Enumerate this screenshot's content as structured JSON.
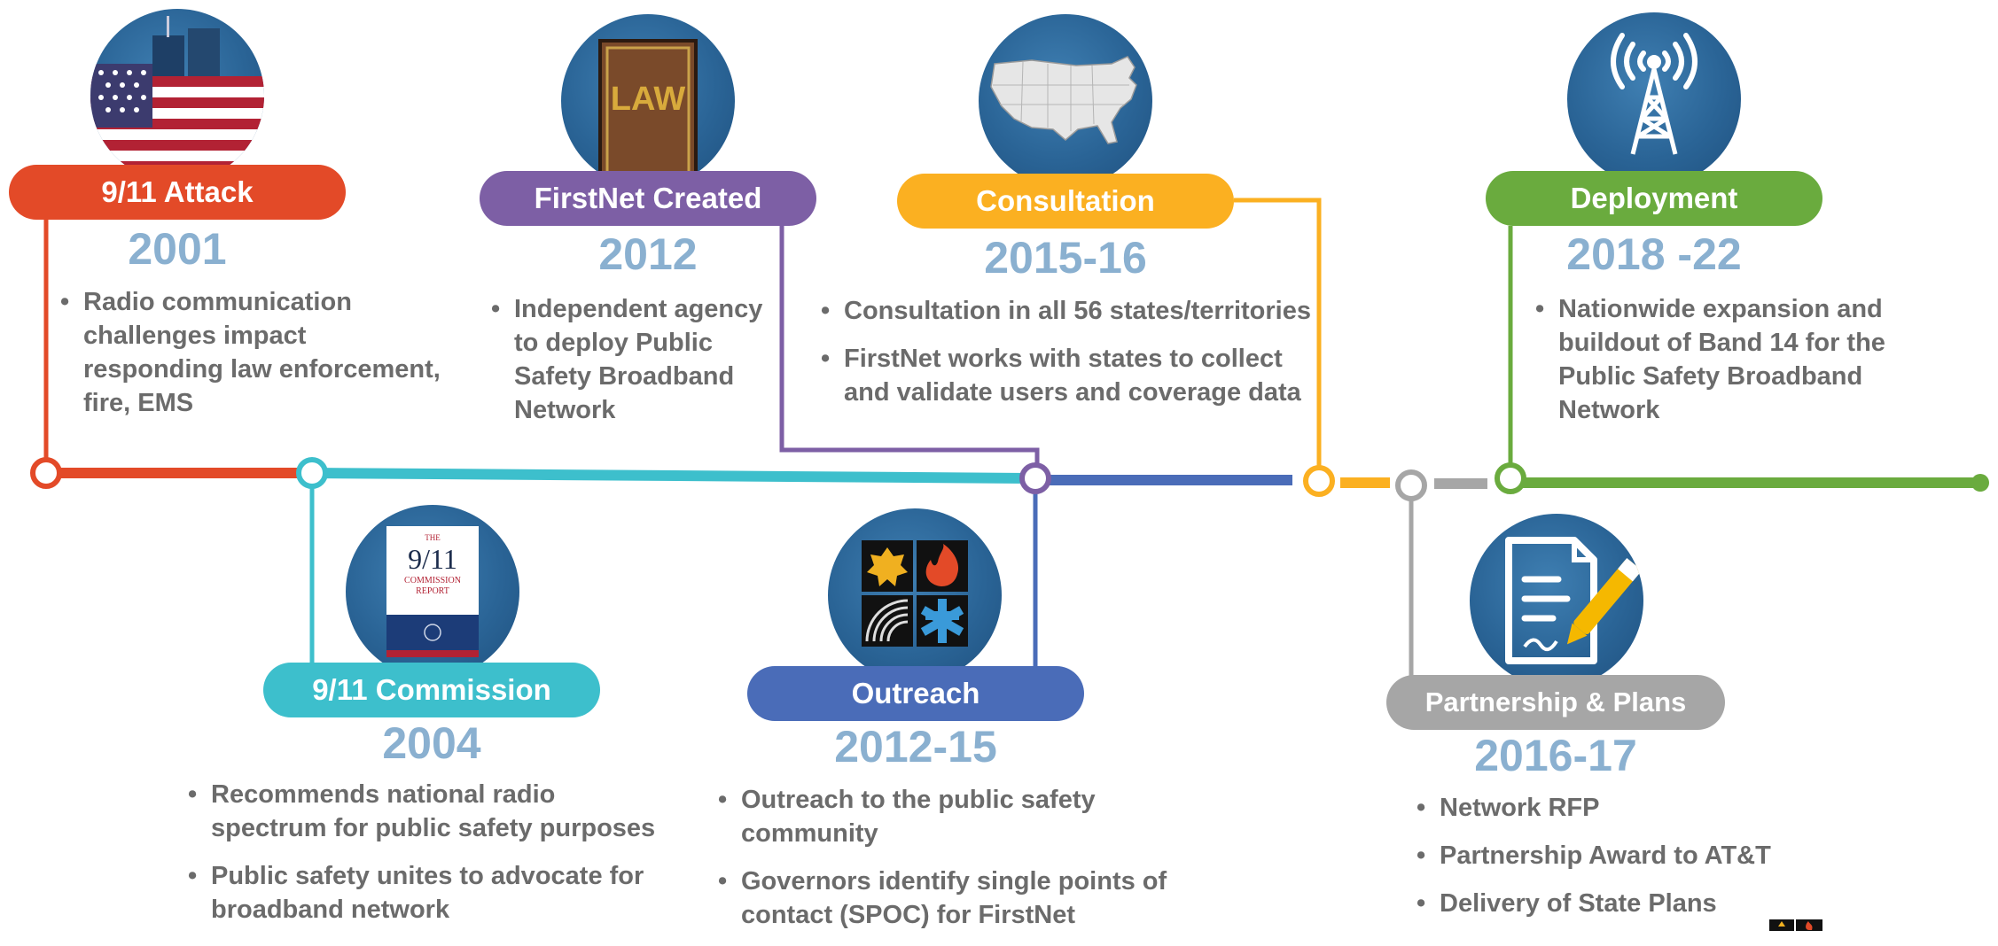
{
  "colors": {
    "attack": "#e34a28",
    "commission": "#3dbfcc",
    "created": "#7d5fa5",
    "outreach": "#4a6cb8",
    "consultation": "#fbb021",
    "partnership": "#a6a6a6",
    "deployment": "#6aab3e",
    "year_text": "#8ab0d0",
    "body_text": "#6b6b6b",
    "icon_circle": "#2a6496"
  },
  "milestones": [
    {
      "key": "attack",
      "label": "9/11 Attack",
      "year": "2001",
      "icon": "us-flag-towers-icon",
      "bullets": [
        "Radio communication challenges impact responding law enforcement, fire, EMS"
      ]
    },
    {
      "key": "commission",
      "label": "9/11 Commission",
      "year": "2004",
      "icon": "commission-report-icon",
      "icon_text": {
        "line1": "THE",
        "line2": "9/11",
        "line3": "COMMISSION",
        "line4": "REPORT"
      },
      "bullets": [
        "Recommends national radio spectrum for public safety purposes",
        "Public safety unites to advocate for broadband network"
      ]
    },
    {
      "key": "created",
      "label": "FirstNet Created",
      "year": "2012",
      "icon": "law-book-icon",
      "icon_text": "LAW",
      "bullets": [
        "Independent agency to deploy Public Safety Broadband Network"
      ]
    },
    {
      "key": "outreach",
      "label": "Outreach",
      "year": "2012-15",
      "icon": "public-safety-icons-grid",
      "bullets": [
        "Outreach to the public safety community",
        "Governors identify single points of contact (SPOC) for FirstNet"
      ]
    },
    {
      "key": "consultation",
      "label": "Consultation",
      "year": "2015-16",
      "icon": "us-map-icon",
      "bullets": [
        "Consultation in all 56 states/territories",
        "FirstNet works with states to collect and validate users and coverage data"
      ]
    },
    {
      "key": "partnership",
      "label": "Partnership & Plans",
      "year": "2016-17",
      "icon": "document-pen-icon",
      "bullets": [
        "Network RFP",
        "Partnership Award to AT&T",
        "Delivery of State Plans"
      ]
    },
    {
      "key": "deployment",
      "label": "Deployment",
      "year": "2018 -22",
      "icon": "radio-tower-icon",
      "bullets": [
        "Nationwide expansion and buildout of Band 14 for the Public Safety Broadband Network"
      ]
    }
  ]
}
